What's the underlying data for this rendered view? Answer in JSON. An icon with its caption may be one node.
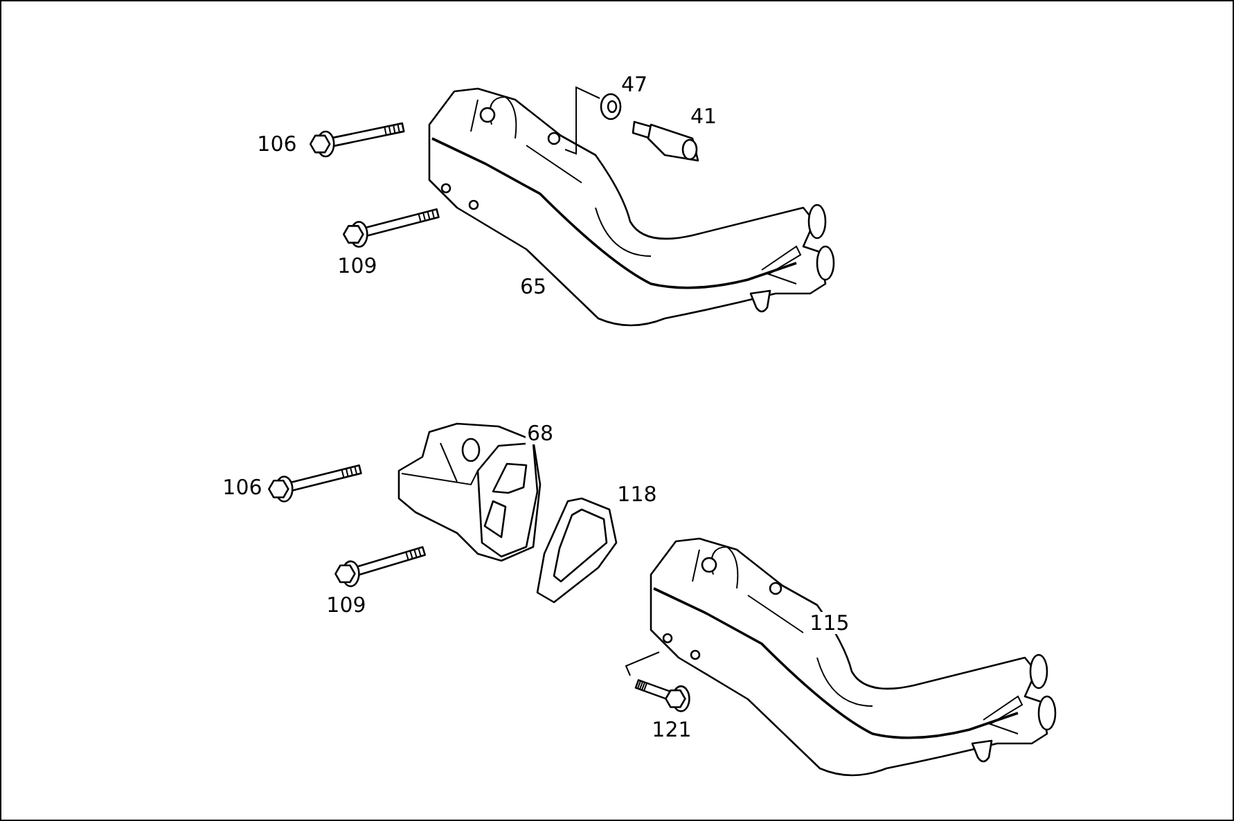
{
  "diagram": {
    "labels": [
      "47",
      "41",
      "106",
      "109",
      "65",
      "68",
      "106",
      "118",
      "109",
      "115",
      "121"
    ]
  }
}
